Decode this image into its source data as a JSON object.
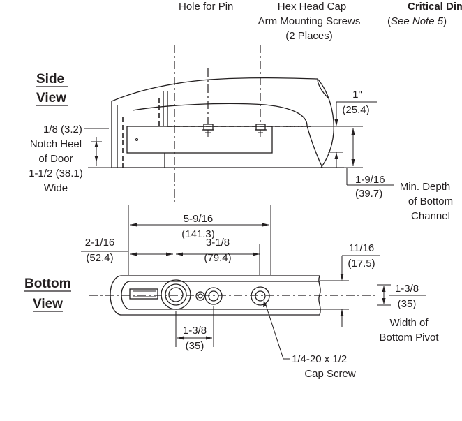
{
  "header": {
    "hole_for_pin": "Hole for Pin",
    "hex_head_cap": "Hex Head Cap",
    "arm_mounting_screws": "Arm Mounting Screws",
    "two_places": "(2 Places)",
    "critical_dim": "Critical Dim.",
    "see_note_open": "(",
    "see_note_italic": "See Note 5",
    "see_note_close": ")"
  },
  "side_view": {
    "title_line1": "Side",
    "title_line2": "View",
    "notch_dim": "1/8 (3.2)",
    "notch_line1": "Notch Heel",
    "notch_line2": "of Door",
    "notch_line3": "1-1/2 (38.1)",
    "notch_line4": "Wide",
    "dim_1in": "1\"",
    "dim_1in_mm": "(25.4)",
    "depth_in": "1-9/16",
    "depth_mm": "(39.7)",
    "depth_line1": "Min. Depth",
    "depth_line2": "of Bottom",
    "depth_line3": "Channel"
  },
  "bottom_view": {
    "title_line1": "Bottom",
    "title_line2": "View",
    "dim_5_9_16": "5-9/16",
    "dim_141_3": "(141.3)",
    "dim_2_1_16": "2-1/16",
    "dim_52_4": "(52.4)",
    "dim_3_1_8": "3-1/8",
    "dim_79_4": "(79.4)",
    "dim_11_16": "11/16",
    "dim_17_5": "(17.5)",
    "dim_1_3_8_right": "1-3/8",
    "dim_35_right": "(35)",
    "width_line1": "Width of",
    "width_line2": "Bottom Pivot",
    "dim_1_3_8_bottom": "1-3/8",
    "dim_35_bottom": "(35)",
    "cap_screw_line1": "1/4-20 x 1/2",
    "cap_screw_line2": "Cap Screw"
  }
}
